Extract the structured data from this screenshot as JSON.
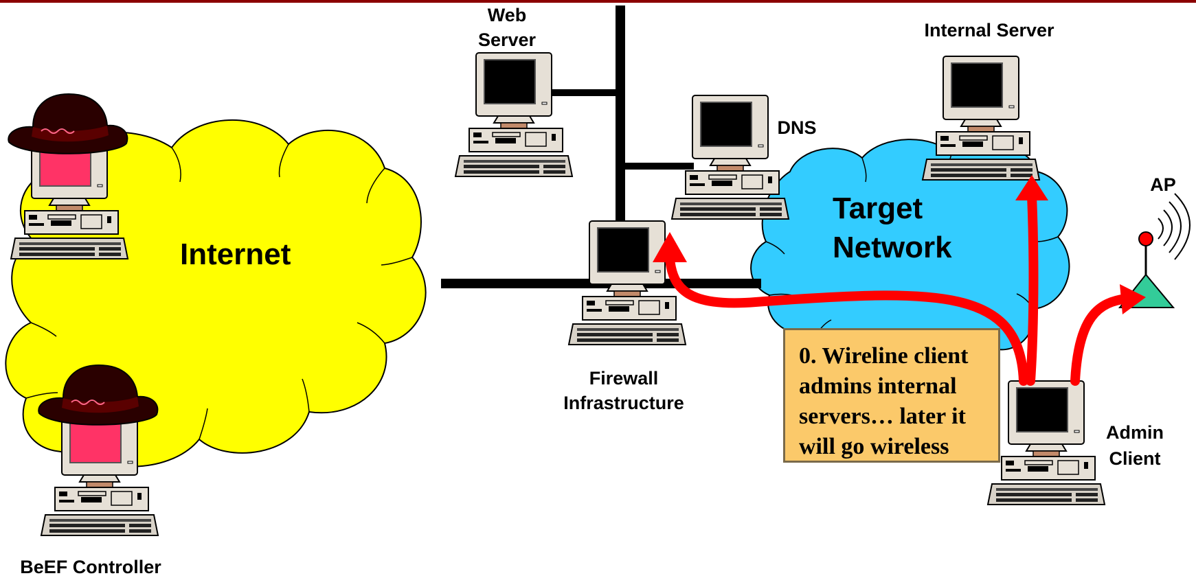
{
  "labels": {
    "internet": "Internet",
    "target_network_line1": "Target",
    "target_network_line2": "Network",
    "web_server_line1": "Web",
    "web_server_line2": "Server",
    "internal_server": "Internal Server",
    "dns": "DNS",
    "ap": "AP",
    "firewall_line1": "Firewall",
    "firewall_line2": "Infrastructure",
    "admin_client_line1": "Admin",
    "admin_client_line2": "Client",
    "beef_controller": "BeEF Controller"
  },
  "note": {
    "text": "0. Wireline client admins internal servers… later it will go wireless"
  },
  "colors": {
    "top_rule": "#8b0000",
    "internet_cloud": "#ffff00",
    "target_cloud": "#33ccff",
    "arrows": "#ff0000",
    "network_line": "#000000",
    "note_fill": "#fbc96a",
    "ap_antenna": "#33cc99",
    "attacker_screen": "#ff3366"
  },
  "icons": {
    "computer": "desktop-computer-icon",
    "attacker_hat": "black-hat-icon",
    "access_point": "antenna-icon"
  }
}
